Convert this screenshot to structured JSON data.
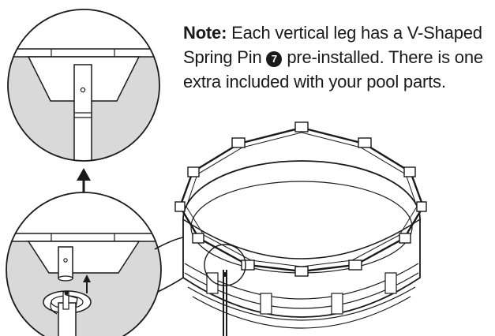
{
  "note": {
    "label": "Note:",
    "line1_rest": " Each vertical leg has a V-Shaped",
    "line2_start": "Spring Pin ",
    "part_number": "7",
    "line2_end": " pre-installed. There is one",
    "line3": "extra included with your pool parts."
  },
  "icons": [
    "up-arrow-icon",
    "pool-frame",
    "spring-pin",
    "zoom-callout"
  ],
  "colors": {
    "ink": "#1a1a1a",
    "shade": "#d9d9d9"
  }
}
